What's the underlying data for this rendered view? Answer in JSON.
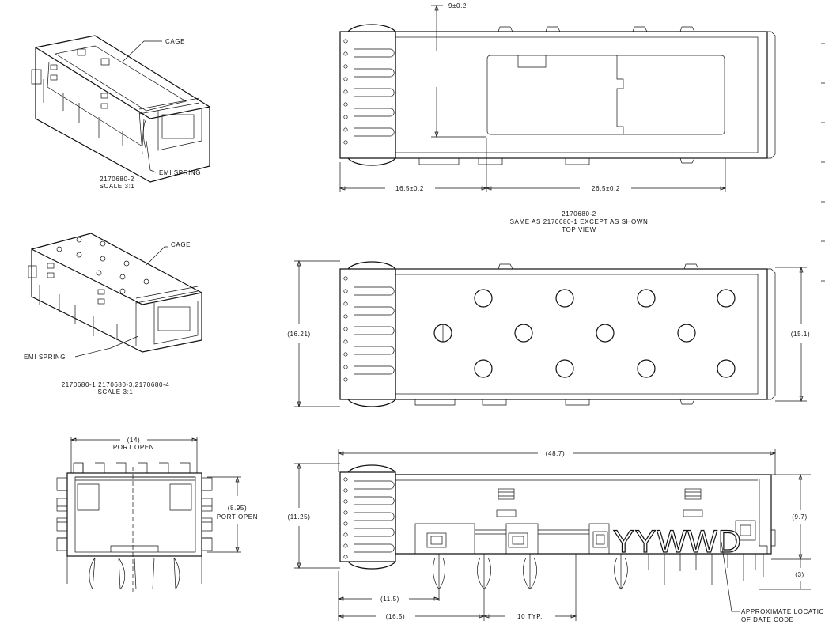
{
  "labels": {
    "cage_1": "CAGE",
    "cage_2": "CAGE",
    "emi_1": "EMI SPRING",
    "emi_2": "EMI SPRING",
    "caption_iso1_a": "2170680-2",
    "caption_iso1_b": "SCALE   3:1",
    "caption_iso2_a": "2170680-1,2170680-3,2170680-4",
    "caption_iso2_b": "SCALE   3:1",
    "caption_top_a": "2170680-2",
    "caption_top_b": "SAME AS 2170680-1 EXCEPT AS SHOWN",
    "caption_top_c": "TOP VIEW",
    "date_code_mark": "YYWWD",
    "date_note_a": "APPROXIMATE LOCATIC",
    "date_note_b": "OF DATE CODE"
  },
  "dimensions": {
    "d_9": "9±0.2",
    "d_16_5": "16.5±0.2",
    "d_26_5": "26.5±0.2",
    "d_16_21": "(16.21)",
    "d_15_1": "(15.1)",
    "d_14": "(14)",
    "d_port_open_w": "PORT OPEN",
    "d_8_95": "(8.95)",
    "d_port_open_h": "PORT OPEN",
    "d_48_7": "(48.7)",
    "d_11_25": "(11.25)",
    "d_9_7": "(9.7)",
    "d_3": "(3)",
    "d_11_5": "(11.5)",
    "d_16_5_side": "(16.5)",
    "d_10_typ": "10 TYP."
  }
}
